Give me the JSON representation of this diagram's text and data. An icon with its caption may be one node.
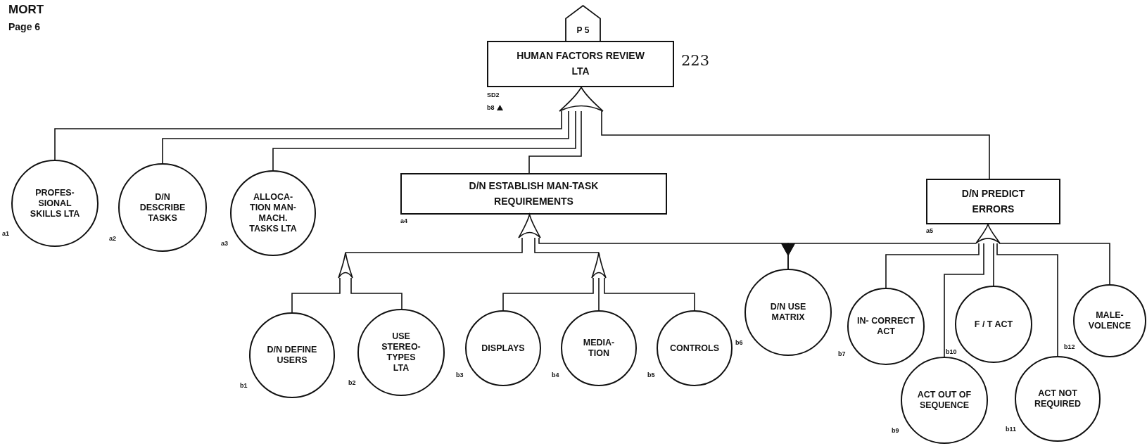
{
  "diagram": {
    "nodes": [
      {
        "text": [
          "P 5"
        ]
      },
      {
        "text": [
          "HUMAN FACTORS REVIEW LTA"
        ],
        "beside": [
          "223",
          "SD2",
          "b8"
        ]
      },
      {
        "text": [
          "PROFES- SIONAL SKILLS LTA"
        ],
        "beside": [
          "a1"
        ]
      },
      {
        "text": [
          "D/N DESCRIBE TASKS"
        ],
        "beside": [
          "a2"
        ]
      },
      {
        "text": [
          "ALLOCA- TION MAN-MACH. TASKS LTA"
        ],
        "beside": [
          "a3"
        ]
      },
      {
        "text": [
          "D/N ESTABLISH MAN-TASK REQUIREMENTS"
        ],
        "beside": [
          "a4"
        ]
      },
      {
        "text": [
          "D/N PREDICT ERRORS"
        ],
        "beside": [
          "a5"
        ]
      },
      {
        "text": [
          "D/N DEFINE USERS"
        ],
        "beside": [
          "b1"
        ]
      },
      {
        "text": [
          "USE STEREO- TYPES LTA"
        ],
        "beside": [
          "b2"
        ]
      },
      {
        "text": [
          "DISPLAYS"
        ],
        "beside": [
          "b3"
        ]
      },
      {
        "text": [
          "MEDIA- TION"
        ],
        "beside": [
          "b4"
        ]
      },
      {
        "text": [
          "CONTROLS"
        ],
        "beside": [
          "b5"
        ]
      },
      {
        "text": [
          "D/N USE MATRIX"
        ],
        "beside": [
          "b6"
        ]
      },
      {
        "text": [
          "IN- CORRECT ACT"
        ],
        "beside": [
          "b7"
        ]
      },
      {
        "text": [
          "F / T ACT"
        ],
        "beside": [
          "b10"
        ]
      },
      {
        "text": [
          "MALE- VOLENCE"
        ],
        "beside": [
          "b12"
        ]
      },
      {
        "text": [
          "ACT OUT OF SEQUENCE"
        ],
        "beside": [
          "b9"
        ]
      },
      {
        "text": [
          "ACT NOT REQUIRED"
        ],
        "beside": [
          "b11"
        ]
      },
      {
        "text": [],
        "shape": "gate"
      },
      {
        "text": [],
        "shape": "gate"
      },
      {
        "text": [],
        "shape": "gate"
      },
      {
        "text": [],
        "shape": "gate"
      },
      {
        "text": [],
        "shape": "gate"
      }
    ],
    "edges": [
      {
        "from": 18,
        "to": 2,
        "arrow": "none"
      },
      {
        "from": 18,
        "to": 3,
        "arrow": "none"
      },
      {
        "from": 18,
        "to": 4,
        "arrow": "none"
      },
      {
        "from": 18,
        "to": 5,
        "arrow": "none"
      },
      {
        "from": 18,
        "to": 6,
        "arrow": "none"
      },
      {
        "from": 19,
        "to": 21,
        "arrow": "none"
      },
      {
        "from": 19,
        "to": 22,
        "arrow": "none"
      },
      {
        "from": 19,
        "to": 12,
        "arrow": "to"
      },
      {
        "from": 20,
        "to": 12,
        "arrow": "to"
      },
      {
        "from": 21,
        "to": 7,
        "arrow": "none"
      },
      {
        "from": 21,
        "to": 8,
        "arrow": "none"
      },
      {
        "from": 22,
        "to": 9,
        "arrow": "none"
      },
      {
        "from": 22,
        "to": 10,
        "arrow": "none"
      },
      {
        "from": 22,
        "to": 11,
        "arrow": "none"
      },
      {
        "from": 20,
        "to": 13,
        "arrow": "none"
      },
      {
        "from": 20,
        "to": 16,
        "arrow": "none"
      },
      {
        "from": 20,
        "to": 14,
        "arrow": "none"
      },
      {
        "from": 20,
        "to": 17,
        "arrow": "none"
      },
      {
        "from": 20,
        "to": 15,
        "arrow": "none"
      }
    ],
    "labels": [
      "MORT",
      "Page 6"
    ]
  }
}
